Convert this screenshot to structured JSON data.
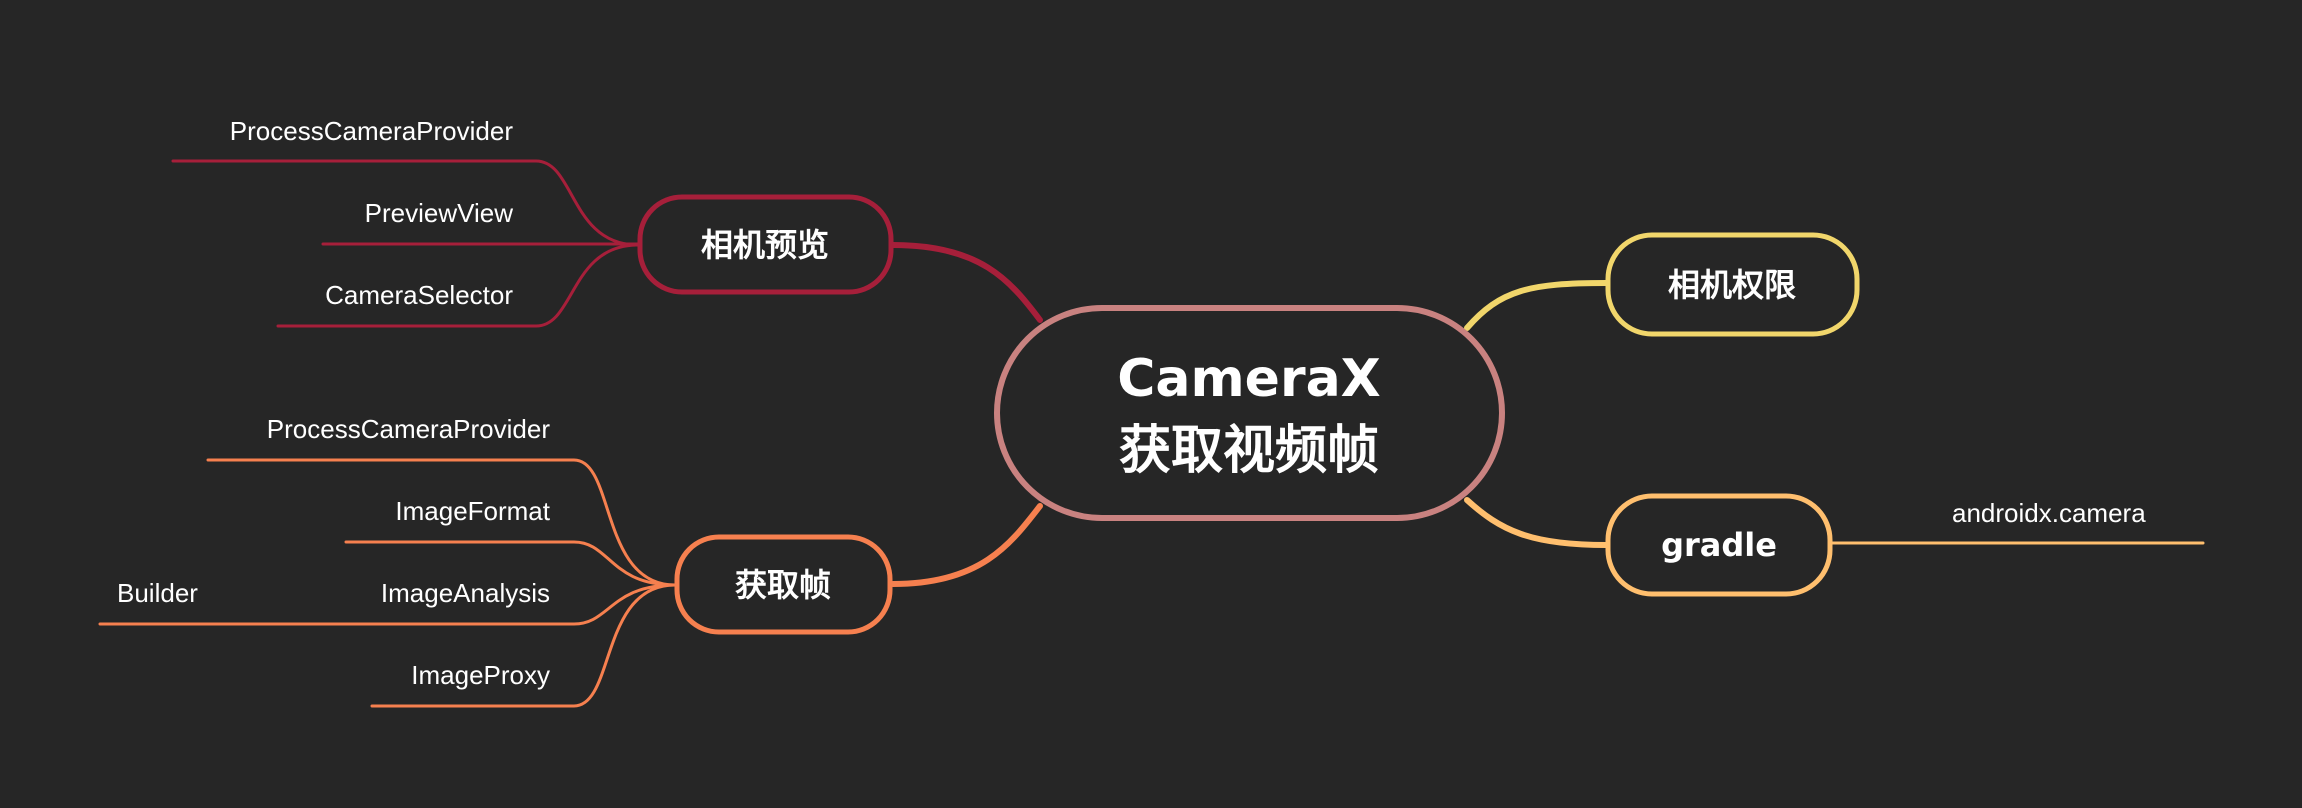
{
  "central": {
    "line1": "CameraX",
    "line2": "获取视频帧"
  },
  "branches": {
    "preview": {
      "label": "相机预览",
      "children": [
        "ProcessCameraProvider",
        "PreviewView",
        "CameraSelector"
      ]
    },
    "frames": {
      "label": "获取帧",
      "children": [
        "ProcessCameraProvider",
        "ImageFormat",
        "ImageAnalysis",
        "ImageProxy"
      ],
      "sub": "Builder"
    },
    "permission": {
      "label": "相机权限"
    },
    "gradle": {
      "label": "gradle",
      "children": [
        "androidx.camera"
      ]
    }
  },
  "colors": {
    "background": "#262626",
    "central": "#c98280",
    "preview": "#a61f3a",
    "frames": "#f6804f",
    "permission": "#f1d66b",
    "gradle": "#ffbf6e"
  }
}
